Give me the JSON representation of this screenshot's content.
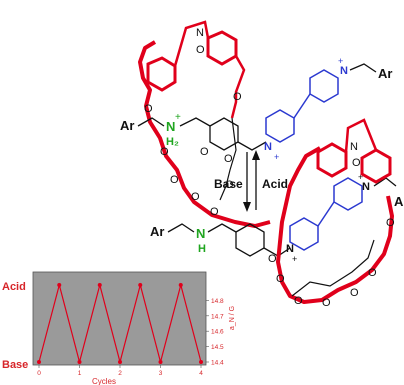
{
  "colors": {
    "ring": "#e0001b",
    "bond": "#111111",
    "nh_green": "#1fa51f",
    "bipy_blue": "#2b39d0",
    "plot_bg": "#9a9a9a",
    "plot_line": "#e0001b",
    "axis_text_red": "#d7262a"
  },
  "labels": {
    "ar": "Ar",
    "nh2_plus": "N",
    "h2": "H₂",
    "nh": "N",
    "h": "H",
    "n_plus": "N",
    "plus": "+",
    "oxygen": "O",
    "base": "Base",
    "acid": "Acid"
  },
  "chart_data": {
    "type": "line",
    "x": [
      0,
      0.5,
      1,
      1.5,
      2,
      2.5,
      3,
      3.5,
      4
    ],
    "values": [
      14.4,
      14.9,
      14.4,
      14.9,
      14.4,
      14.9,
      14.4,
      14.9,
      14.4
    ],
    "state_labels": [
      "Base",
      "Acid"
    ],
    "xlabel": "Cycles",
    "ylabel": "a_N / G",
    "ylim": [
      14.4,
      14.9
    ],
    "x_ticks": [
      "0",
      "1",
      "2",
      "3",
      "4"
    ],
    "y_ticks": [
      "14.4",
      "14.5",
      "14.6",
      "14.7",
      "14.8"
    ],
    "grid": false
  }
}
